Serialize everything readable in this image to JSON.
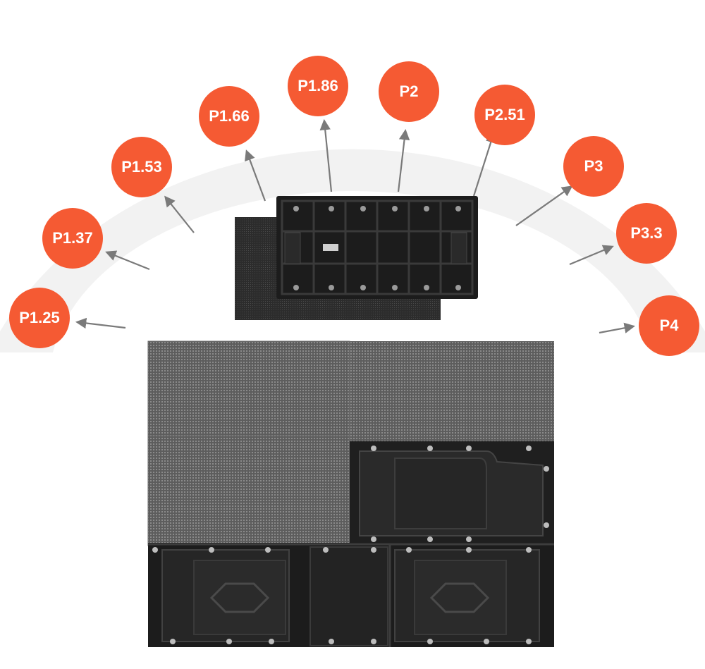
{
  "accent_color": "#f55a33",
  "arc_color": "#f2f2f2",
  "arrow_color": "#7a7a7a",
  "pitches": [
    {
      "label": "P1.25"
    },
    {
      "label": "P1.37"
    },
    {
      "label": "P1.53"
    },
    {
      "label": "P1.66"
    },
    {
      "label": "P1.86"
    },
    {
      "label": "P2"
    },
    {
      "label": "P2.51"
    },
    {
      "label": "P3"
    },
    {
      "label": "P3.3"
    },
    {
      "label": "P4"
    }
  ]
}
